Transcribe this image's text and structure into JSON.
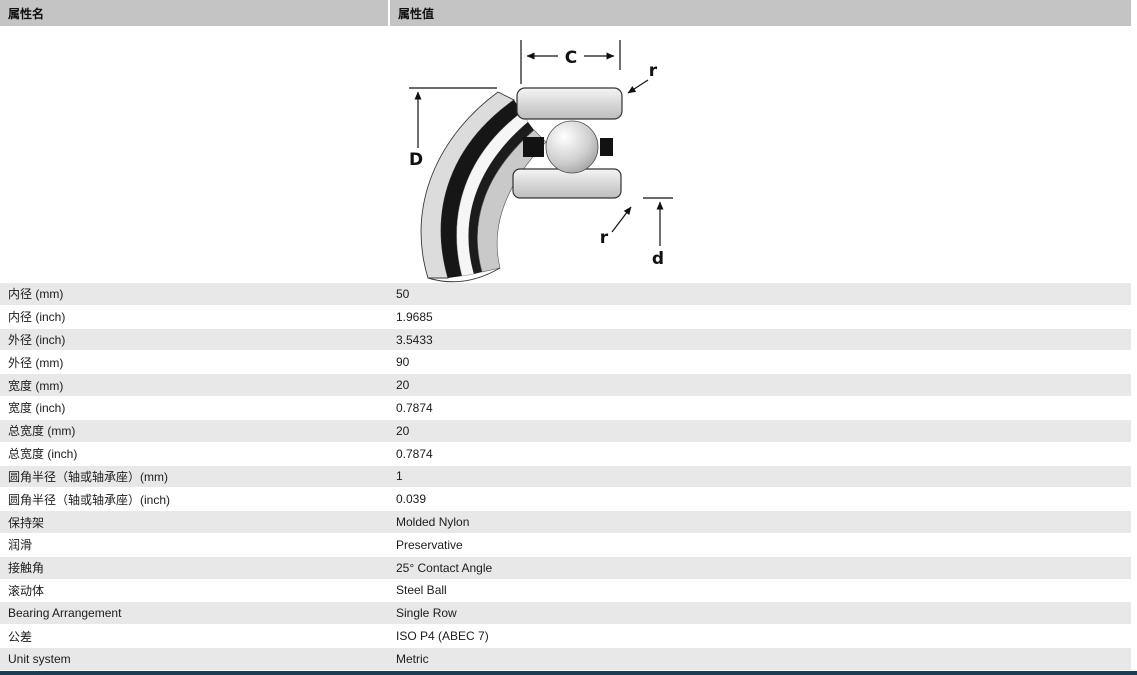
{
  "header": {
    "name_col": "属性名",
    "value_col": "属性值"
  },
  "diagram": {
    "labels": {
      "c": "C",
      "r_top": "r",
      "d_outer": "D",
      "r_bottom": "r",
      "d_inner": "d"
    }
  },
  "table": {
    "rows": [
      {
        "name": "内径 (mm)",
        "value": "50"
      },
      {
        "name": "内径 (inch)",
        "value": "1.9685"
      },
      {
        "name": "外径 (inch)",
        "value": "3.5433"
      },
      {
        "name": "外径 (mm)",
        "value": "90"
      },
      {
        "name": "宽度 (mm)",
        "value": "20"
      },
      {
        "name": "宽度 (inch)",
        "value": "0.7874"
      },
      {
        "name": "总宽度 (mm)",
        "value": "20"
      },
      {
        "name": "总宽度 (inch)",
        "value": "0.7874"
      },
      {
        "name": "圆角半径（轴或轴承座）(mm)",
        "value": "1"
      },
      {
        "name": "圆角半径（轴或轴承座）(inch)",
        "value": "0.039"
      },
      {
        "name": "保持架",
        "value": "Molded Nylon"
      },
      {
        "name": "润滑",
        "value": "Preservative"
      },
      {
        "name": "接触角",
        "value": "25° Contact Angle"
      },
      {
        "name": "滚动体",
        "value": "Steel Ball"
      },
      {
        "name": "Bearing Arrangement",
        "value": "Single Row"
      },
      {
        "name": "公差",
        "value": "ISO P4 (ABEC 7)"
      },
      {
        "name": "Unit system",
        "value": "Metric"
      }
    ]
  },
  "colors": {
    "header_bg": "#c4c4c4",
    "row_shaded": "#e8e8e8",
    "footer_bar": "#1d3d52"
  }
}
